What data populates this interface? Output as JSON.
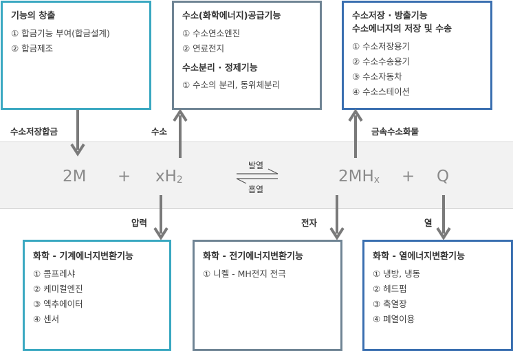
{
  "boxes": {
    "alloy": {
      "title": "기능의 창출",
      "items": [
        "① 합금기능 부여(합금설계)",
        "② 합금제조"
      ]
    },
    "function": {
      "title": "수소(화학에너지)공급기능",
      "items": [
        "① 수소연소엔진",
        "② 연료전지"
      ],
      "sub_title": "수소분리 · 정제기능",
      "sub_items": [
        "① 수소의 분리, 동위체분리"
      ]
    },
    "storage": {
      "title_line1": "수소저장 · 방출기능",
      "title_line2": "수소에너지의 저장 및 수송",
      "items": [
        "① 수소저장용기",
        "② 수소수송용기",
        "③ 수소자동차",
        "④ 수소스테이션"
      ]
    },
    "mechanical": {
      "title": "화학 - 기계에너지변환기능",
      "items": [
        "① 콤프레샤",
        "② 케미컬엔진",
        "③ 엑추에이터",
        "④ 센서"
      ]
    },
    "electrical": {
      "title": "화학 - 전기에너지변환기능",
      "items": [
        "① 니켈 - MH전지 전극"
      ]
    },
    "thermal": {
      "title": "화학 - 열에너지변환기능",
      "items": [
        "① 냉방, 냉동",
        "② 헤드펌",
        "③ 축열장",
        "④ 폐열이용"
      ]
    }
  },
  "labels": {
    "alloy_in": "수소저장합금",
    "hydrogen": "수소",
    "hydride": "금속수소화물",
    "pressure": "압력",
    "electron": "전자",
    "heat": "열"
  },
  "equation": {
    "m2": "2M",
    "plus1": "+",
    "xh_base": "xH",
    "xh_sub": "2",
    "exothermic": "발열",
    "endothermic": "흡열",
    "mh_base": "2MH",
    "mh_sub": "x",
    "plus2": "+",
    "q": "Q"
  },
  "colors": {
    "teal": "#3aa8c1",
    "slate": "#6f8494",
    "blue": "#3a6fb0",
    "arrow": "#7a7a7a"
  }
}
